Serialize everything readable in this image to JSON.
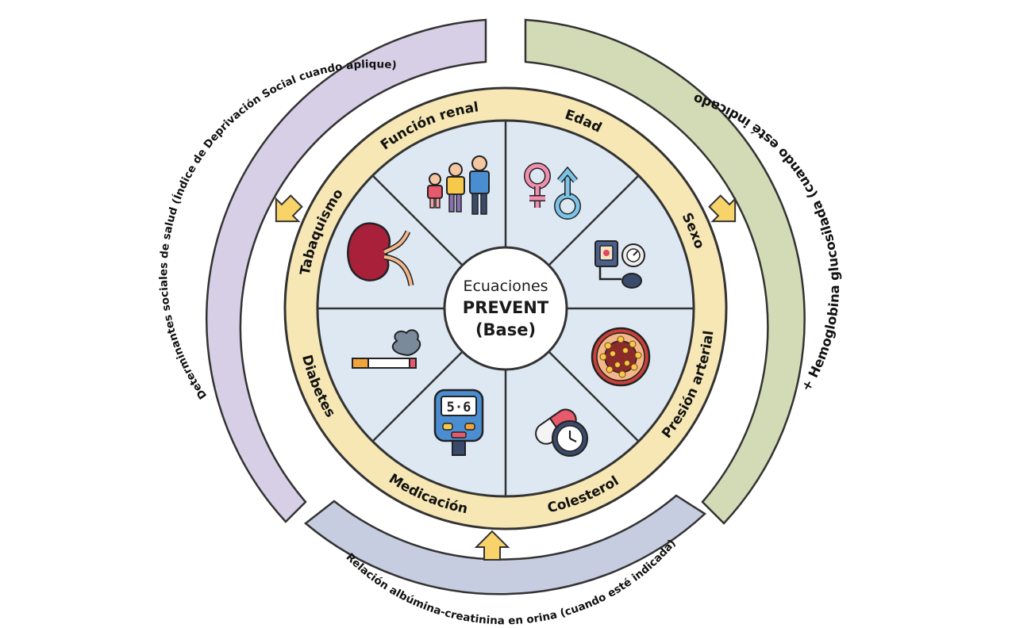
{
  "center": {
    "line1": "Ecuaciones",
    "line2": "PREVENT",
    "line3": "(Base)"
  },
  "segments": [
    {
      "label": "Edad",
      "icon": "family-icon"
    },
    {
      "label": "Sexo",
      "icon": "gender-symbols-icon"
    },
    {
      "label": "Presión arterial",
      "icon": "blood-pressure-monitor-icon"
    },
    {
      "label": "Colesterol",
      "icon": "artery-cholesterol-icon"
    },
    {
      "label": "Medicación",
      "icon": "pill-clock-icon"
    },
    {
      "label": "Diabetes",
      "icon": "glucometer-icon"
    },
    {
      "label": "Tabaquismo",
      "icon": "cigarette-icon"
    },
    {
      "label": "Función renal",
      "icon": "kidney-icon"
    }
  ],
  "glucometer_reading": "5·6",
  "outer_arcs": {
    "left": {
      "label": "Determinantes sociales de salud (Índice de Deprivación Social cuando aplique)",
      "color": "#d6cfe6"
    },
    "right": {
      "label": "+ Hemoglobina glucosilada (cuando esté indicado)",
      "color": "#d3dbb6"
    },
    "bottom": {
      "label": "Relación albúmina-creatinina en orina (cuando esté indicada)",
      "color": "#c6cde0"
    }
  },
  "colors": {
    "ring": "#f6e7b4",
    "pie": "#dde8f3",
    "arrow": "#f7d36a"
  }
}
